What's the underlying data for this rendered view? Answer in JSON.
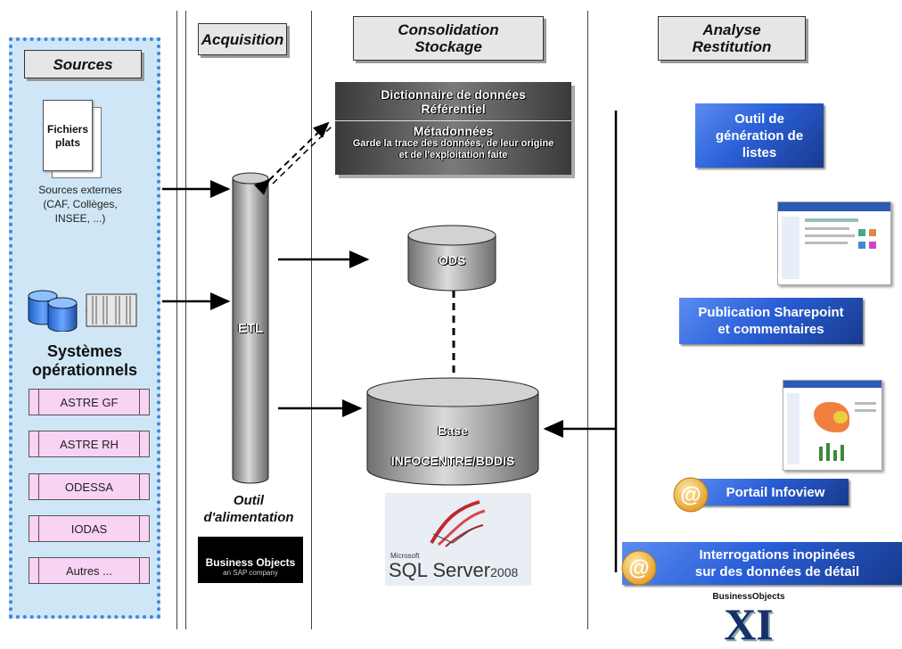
{
  "headers": {
    "sources": "Sources",
    "acquisition": "Acquisition",
    "consolidation_line1": "Consolidation",
    "consolidation_line2": "Stockage",
    "analyse_line1": "Analyse",
    "analyse_line2": "Restitution"
  },
  "sources": {
    "fichiers_line1": "Fichiers",
    "fichiers_line2": "plats",
    "externes_line1": "Sources externes",
    "externes_line2": "(CAF, Collèges,",
    "externes_line3": "INSEE, ...)",
    "systemes_line1": "Systèmes",
    "systemes_line2": "opérationnels",
    "systems": [
      "ASTRE GF",
      "ASTRE RH",
      "ODESSA",
      "IODAS",
      "Autres ..."
    ]
  },
  "acquisition": {
    "etl": "ETL",
    "outil_line1": "Outil",
    "outil_line2": "d'alimentation",
    "bo_logo": "Business Objects",
    "bo_sub": "an SAP company"
  },
  "consolidation": {
    "dict_line1": "Dictionnaire de données",
    "dict_line2": "Référentiel",
    "meta_title": "Métadonnées",
    "meta_line1": "Garde la trace des données, de leur origine",
    "meta_line2": "et de l'exploitation faite",
    "ods": "ODS",
    "base_line1": "Base",
    "base_line2": "INFOCENTRE/BDDIS",
    "sql_microsoft": "Microsoft",
    "sql_server": "SQL Server",
    "sql_year": "2008"
  },
  "analyse": {
    "outil_line1": "Outil de",
    "outil_line2": "génération de",
    "outil_line3": "listes",
    "publication_line1": "Publication Sharepoint",
    "publication_line2": "et commentaires",
    "portail": "Portail Infoview",
    "interro_line1": "Interrogations inopinées",
    "interro_line2": "sur des données de détail",
    "bo_xi_brand": "BusinessObjects",
    "bo_xi": "XI"
  },
  "colors": {
    "panel": "#cfe6f6",
    "panel_border": "#3d86e0",
    "pink": "#f8d3f3",
    "blue_box": "#2b5fd8",
    "dark_box": "#5a5a5a"
  }
}
